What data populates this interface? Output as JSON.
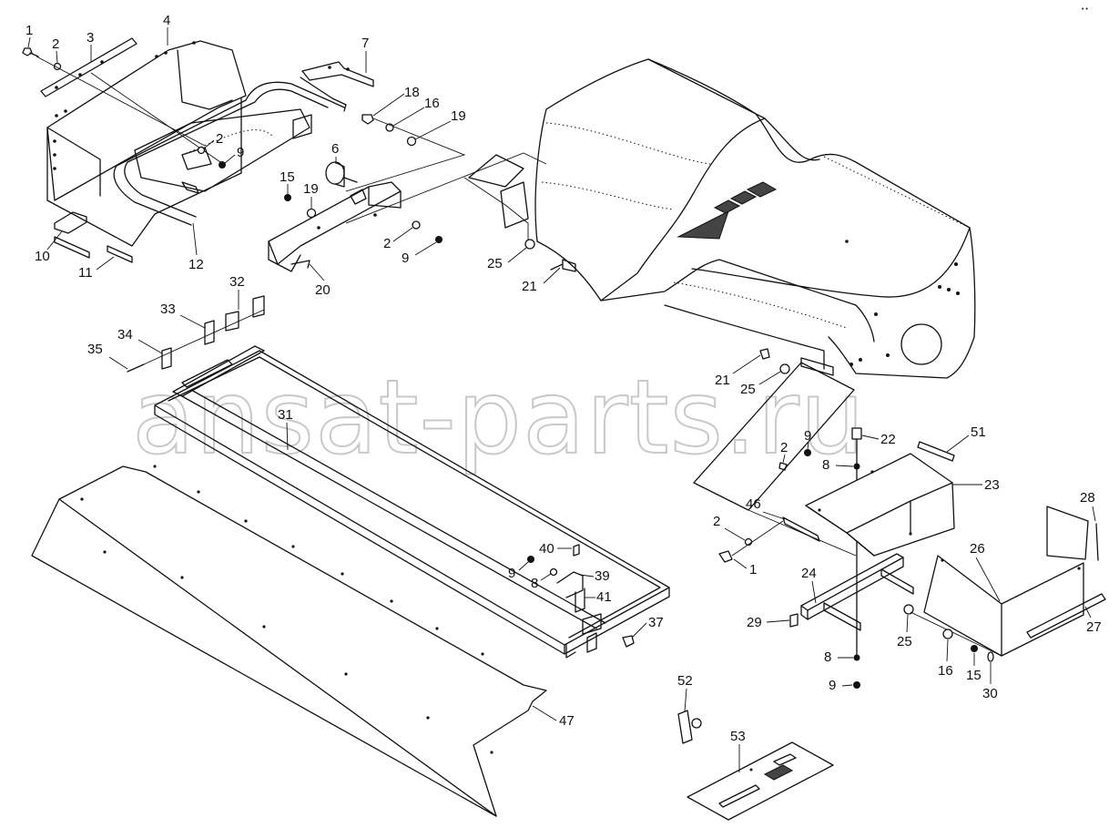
{
  "watermark": "ansat-parts.ru",
  "callouts": [
    {
      "id": "c1a",
      "text": "1"
    },
    {
      "id": "c2a",
      "text": "2"
    },
    {
      "id": "c3",
      "text": "3"
    },
    {
      "id": "c4",
      "text": "4"
    },
    {
      "id": "c7",
      "text": "7"
    },
    {
      "id": "c18",
      "text": "18"
    },
    {
      "id": "c16a",
      "text": "16"
    },
    {
      "id": "c19a",
      "text": "19"
    },
    {
      "id": "c2b",
      "text": "2"
    },
    {
      "id": "c9a",
      "text": "9"
    },
    {
      "id": "c6",
      "text": "6"
    },
    {
      "id": "c15a",
      "text": "15"
    },
    {
      "id": "c19b",
      "text": "19"
    },
    {
      "id": "c2c",
      "text": "2"
    },
    {
      "id": "c9b",
      "text": "9"
    },
    {
      "id": "c10",
      "text": "10"
    },
    {
      "id": "c11",
      "text": "11"
    },
    {
      "id": "c12",
      "text": "12"
    },
    {
      "id": "c20",
      "text": "20"
    },
    {
      "id": "c25a",
      "text": "25"
    },
    {
      "id": "c21a",
      "text": "21"
    },
    {
      "id": "c32",
      "text": "32"
    },
    {
      "id": "c33",
      "text": "33"
    },
    {
      "id": "c34",
      "text": "34"
    },
    {
      "id": "c35",
      "text": "35"
    },
    {
      "id": "c31",
      "text": "31"
    },
    {
      "id": "c21b",
      "text": "21"
    },
    {
      "id": "c25b",
      "text": "25"
    },
    {
      "id": "c9c",
      "text": "9"
    },
    {
      "id": "c22",
      "text": "22"
    },
    {
      "id": "c2d",
      "text": "2"
    },
    {
      "id": "c51",
      "text": "51"
    },
    {
      "id": "c8a",
      "text": "8"
    },
    {
      "id": "c23",
      "text": "23"
    },
    {
      "id": "c46",
      "text": "46"
    },
    {
      "id": "c28",
      "text": "28"
    },
    {
      "id": "c2e",
      "text": "2"
    },
    {
      "id": "c1b",
      "text": "1"
    },
    {
      "id": "c26",
      "text": "26"
    },
    {
      "id": "c40",
      "text": "40"
    },
    {
      "id": "c9d",
      "text": "9"
    },
    {
      "id": "c8b",
      "text": "8"
    },
    {
      "id": "c39",
      "text": "39"
    },
    {
      "id": "c41",
      "text": "41"
    },
    {
      "id": "c24",
      "text": "24"
    },
    {
      "id": "c37",
      "text": "37"
    },
    {
      "id": "c29",
      "text": "29"
    },
    {
      "id": "c25c",
      "text": "25"
    },
    {
      "id": "c27",
      "text": "27"
    },
    {
      "id": "c8c",
      "text": "8"
    },
    {
      "id": "c16b",
      "text": "16"
    },
    {
      "id": "c15b",
      "text": "15"
    },
    {
      "id": "c9e",
      "text": "9"
    },
    {
      "id": "c30",
      "text": "30"
    },
    {
      "id": "c52",
      "text": "52"
    },
    {
      "id": "c47",
      "text": "47"
    },
    {
      "id": "c53",
      "text": "53"
    }
  ]
}
